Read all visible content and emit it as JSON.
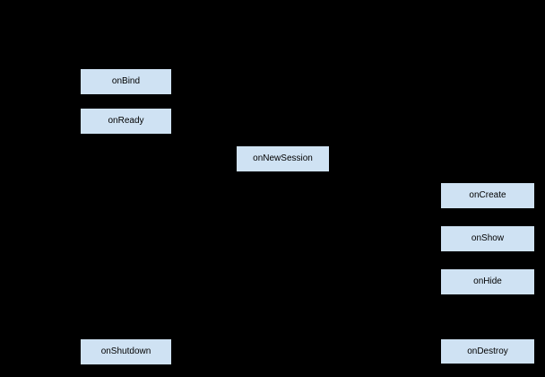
{
  "diagram": {
    "type": "lifecycle-flow-diagram",
    "colors": {
      "background": "#000000",
      "node_fill": "#cfe2f3",
      "node_border": "#000000",
      "node_text": "#000000"
    },
    "nodes": [
      {
        "id": "onBind",
        "label": "onBind"
      },
      {
        "id": "onReady",
        "label": "onReady"
      },
      {
        "id": "onNewSession",
        "label": "onNewSession"
      },
      {
        "id": "onCreate",
        "label": "onCreate"
      },
      {
        "id": "onShow",
        "label": "onShow"
      },
      {
        "id": "onHide",
        "label": "onHide"
      },
      {
        "id": "onShutdown",
        "label": "onShutdown"
      },
      {
        "id": "onDestroy",
        "label": "onDestroy"
      }
    ]
  }
}
